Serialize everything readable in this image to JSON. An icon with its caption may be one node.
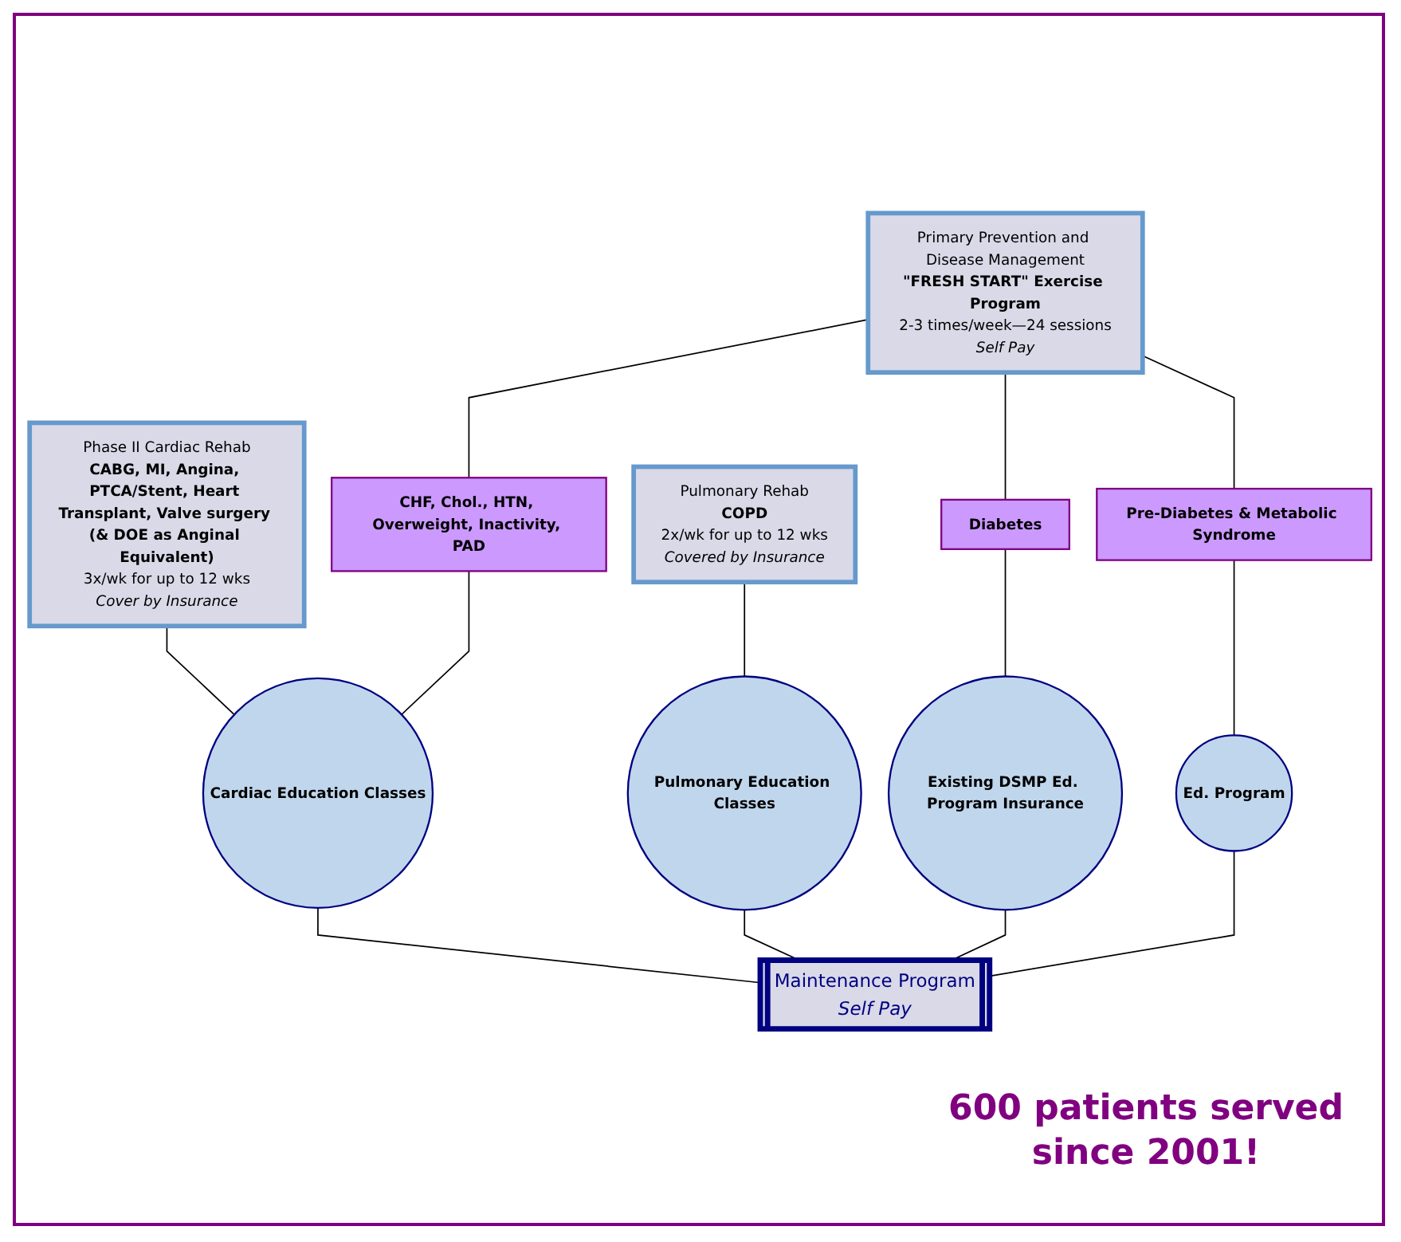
{
  "diagram": {
    "nodes": [
      {
        "text": [
          "Phase II Cardiac Rehab",
          "CABG, MI, Angina, PTCA/Stent, Heart Transplant, Valve surgery (& DOE as Anginal Equivalent)",
          "3x/wk for up to 12 wks",
          "Cover by Insurance"
        ]
      },
      {
        "text": [
          "Pulmonary Rehab",
          "COPD",
          "2x/wk for up to 12 wks",
          "Covered by Insurance"
        ]
      },
      {
        "text": [
          "Primary Prevention and Disease Management",
          "\"FRESH START\" Exercise Program",
          "2-3 times/week—24 sessions",
          "Self Pay"
        ]
      },
      {
        "text": [
          "CHF, Chol., HTN, Overweight, Inactivity, PAD"
        ]
      },
      {
        "text": [
          "Diabetes"
        ]
      },
      {
        "text": [
          "Pre-Diabetes & Metabolic Syndrome"
        ]
      },
      {
        "text": [
          "Cardiac Education Classes"
        ]
      },
      {
        "text": [
          "Pulmonary Education Classes"
        ]
      },
      {
        "text": [
          "Existing DSMP Ed. Program Insurance"
        ]
      },
      {
        "text": [
          "Ed. Program"
        ]
      },
      {
        "text": [
          "Maintenance Program",
          "Self Pay"
        ]
      }
    ],
    "edges": [
      {
        "from": 0,
        "to": 6,
        "arrow": "none"
      },
      {
        "from": 1,
        "to": 7,
        "arrow": "none"
      },
      {
        "from": 2,
        "to": 3,
        "arrow": "none"
      },
      {
        "from": 2,
        "to": 4,
        "arrow": "none"
      },
      {
        "from": 2,
        "to": 5,
        "arrow": "none"
      },
      {
        "from": 3,
        "to": 6,
        "arrow": "none"
      },
      {
        "from": 4,
        "to": 8,
        "arrow": "none"
      },
      {
        "from": 5,
        "to": 9,
        "arrow": "none"
      },
      {
        "from": 6,
        "to": 10,
        "arrow": "none"
      },
      {
        "from": 7,
        "to": 10,
        "arrow": "none"
      },
      {
        "from": 8,
        "to": 10,
        "arrow": "none"
      },
      {
        "from": 9,
        "to": 10,
        "arrow": "none"
      }
    ],
    "labels": [
      "600 patients served since 2001!"
    ]
  }
}
